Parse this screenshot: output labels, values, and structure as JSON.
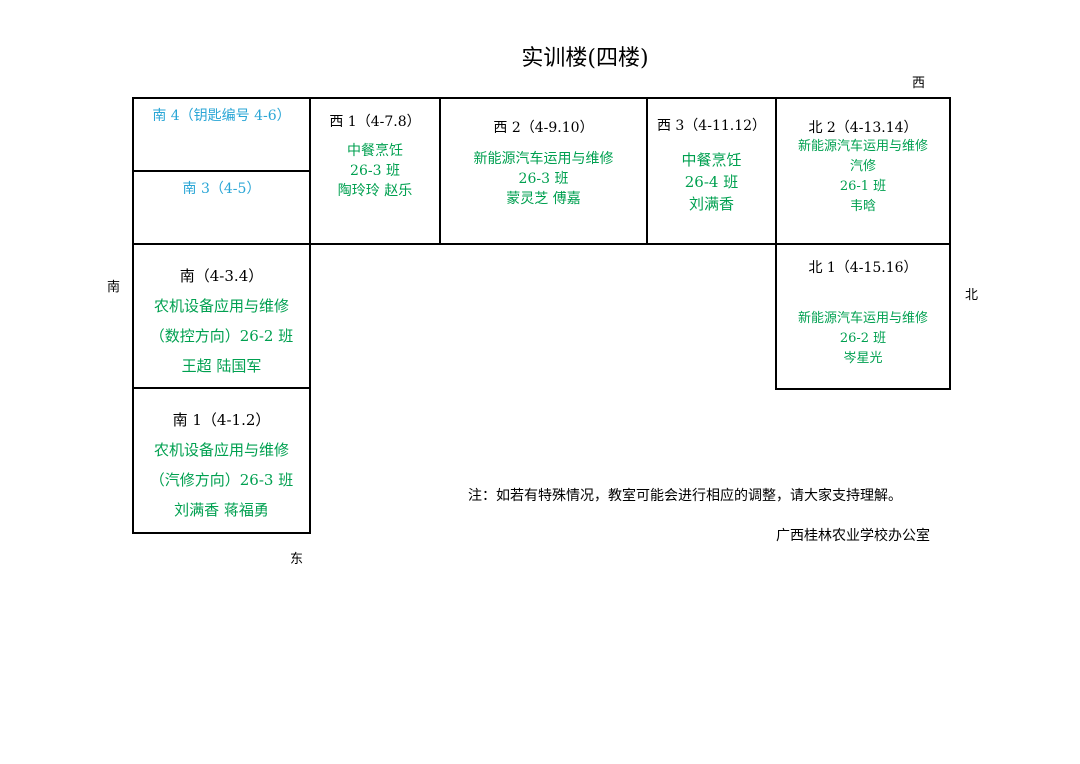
{
  "title": "实训楼(四楼)",
  "compass": {
    "west": "西",
    "south": "南",
    "north": "北",
    "east": "东"
  },
  "rooms": {
    "nan4": {
      "name": "南 4（钥匙编号 4-6）"
    },
    "nan3": {
      "name": "南 3（4-5）"
    },
    "xi1": {
      "name": "西 1（4-7.8）",
      "lines": [
        "中餐烹饪",
        "26-3 班",
        "陶玲玲 赵乐"
      ]
    },
    "xi2": {
      "name": "西 2（4-9.10）",
      "lines": [
        "新能源汽车运用与维修",
        "26-3 班",
        "蒙灵芝 傅嘉"
      ]
    },
    "xi3": {
      "name": "西 3（4-11.12）",
      "lines": [
        "中餐烹饪",
        "26-4 班",
        "刘满香"
      ]
    },
    "bei2": {
      "name": "北 2（4-13.14）",
      "lines": [
        "新能源汽车运用与维修",
        "汽修",
        "26-1 班",
        "韦晗"
      ]
    },
    "nan": {
      "name": "南（4-3.4）",
      "lines": [
        "农机设备应用与维修",
        "（数控方向）26-2 班",
        "王超 陆国军"
      ]
    },
    "bei1": {
      "name": "北 1（4-15.16）",
      "lines": [
        "新能源汽车运用与维修",
        "26-2 班",
        "岑星光"
      ]
    },
    "nan1": {
      "name": "南 1（4-1.2）",
      "lines": [
        "农机设备应用与维修",
        "（汽修方向）26-3 班",
        "刘满香 蒋福勇"
      ]
    }
  },
  "note": "注：如若有特殊情况，教室可能会进行相应的调整，请大家支持理解。",
  "office": "广西桂林农业学校办公室",
  "colors": {
    "cyan": "#2aa6d6",
    "green": "#00a050"
  }
}
